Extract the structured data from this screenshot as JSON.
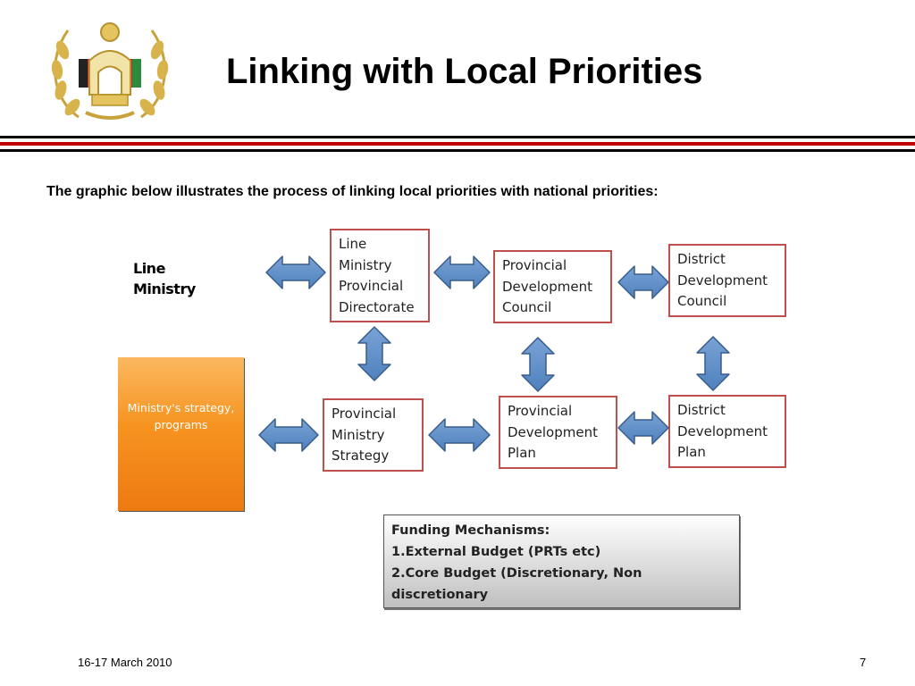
{
  "header": {
    "title": "Linking with Local Priorities",
    "emblem_icon": "afghanistan-national-emblem-icon",
    "rule_colors": [
      "#000000",
      "#c00000",
      "#000000"
    ]
  },
  "subtitle": "The graphic below illustrates the process of linking local priorities with national priorities:",
  "diagram": {
    "line_ministry_label": "Line Ministry",
    "strategy_box": "Ministry's strategy, programs",
    "boxes": {
      "line_ministry_directorate": "Line\nMinistry\nProvincial\nDirectorate",
      "provincial_development_council": "Provincial\nDevelopment\nCouncil",
      "district_development_council": "District\nDevelopment\nCouncil",
      "provincial_ministry_strategy": "Provincial\nMinistry\nStrategy",
      "provincial_development_plan": "Provincial\nDevelopment\nPlan",
      "district_development_plan": "District\nDevelopment\nPlan"
    },
    "funding": {
      "title": "Funding Mechanisms:",
      "item1": "1.External Budget (PRTs etc)",
      "item2": "2.Core Budget (Discretionary, Non",
      "item3": "discretionary"
    },
    "box_border_color": "#c0504d",
    "arrow_fill_color": "#4f81bd",
    "arrow_stroke_color": "#385d8a",
    "strategy_box_color": "#f6931f",
    "arrow_icon": "double-headed-arrow-icon"
  },
  "footer": {
    "date": "16-17 March 2010",
    "page": "7"
  }
}
